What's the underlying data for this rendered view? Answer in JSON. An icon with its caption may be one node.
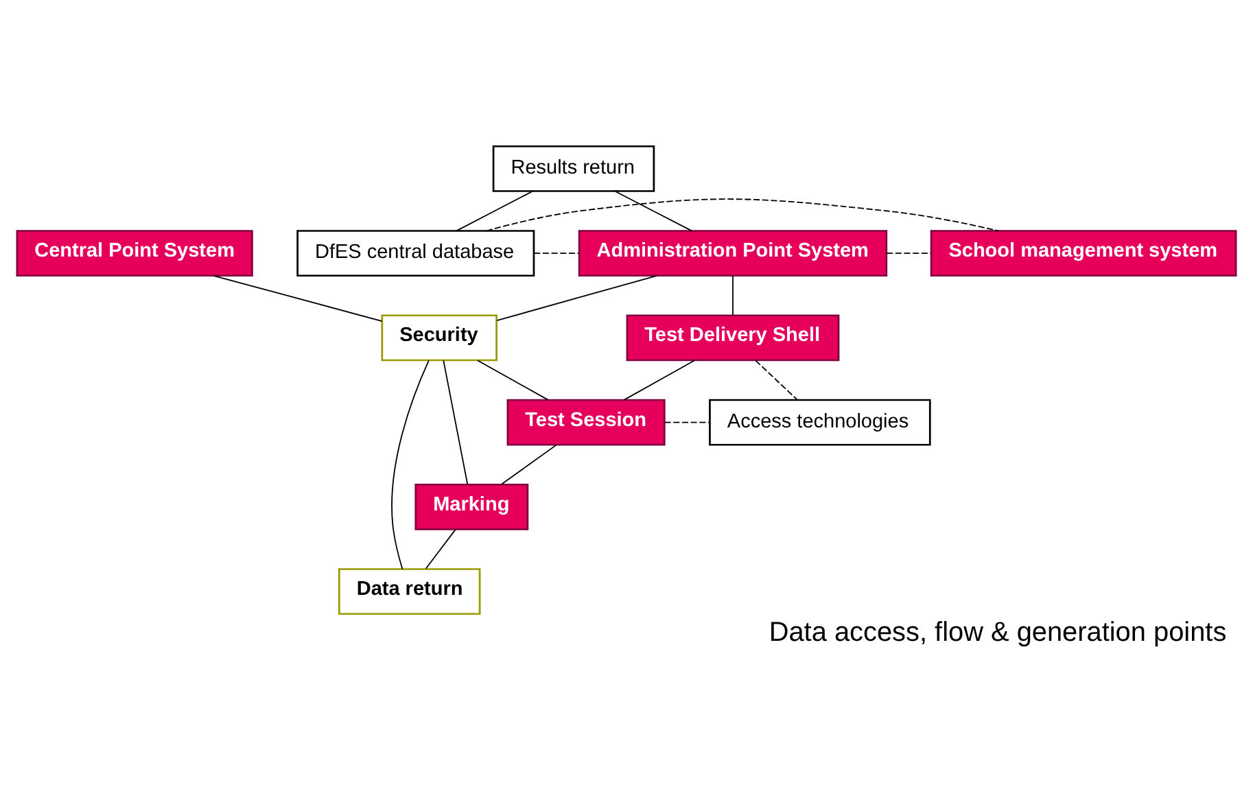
{
  "diagram": {
    "caption": "Data access, flow & generation points",
    "nodes": [
      {
        "text": [
          "Results return"
        ]
      },
      {
        "text": [
          "Administration Point System"
        ]
      },
      {
        "text": [
          "DfES central database"
        ]
      },
      {
        "text": [
          "Central Point System"
        ]
      },
      {
        "text": [
          "School management system"
        ]
      },
      {
        "text": [
          "Security"
        ]
      },
      {
        "text": [
          "Test Delivery Shell"
        ]
      },
      {
        "text": [
          "Access technologies"
        ]
      },
      {
        "text": [
          "Test Session"
        ]
      },
      {
        "text": [
          "Marking"
        ]
      },
      {
        "text": [
          "Data return"
        ]
      }
    ],
    "edges": [
      {
        "from": 2,
        "to": 0,
        "arrow": "none"
      },
      {
        "from": 0,
        "to": 1,
        "arrow": "none"
      },
      {
        "from": 2,
        "to": 1,
        "arrow": "none",
        "style": "dashed"
      },
      {
        "from": 1,
        "to": 4,
        "arrow": "none",
        "style": "dashed"
      },
      {
        "from": 2,
        "to": 4,
        "arrow": "none",
        "style": "dashed"
      },
      {
        "from": 1,
        "to": 5,
        "arrow": "none"
      },
      {
        "from": 1,
        "to": 6,
        "arrow": "none"
      },
      {
        "from": 3,
        "to": 5,
        "arrow": "none"
      },
      {
        "from": 5,
        "to": 8,
        "arrow": "none"
      },
      {
        "from": 6,
        "to": 8,
        "arrow": "none"
      },
      {
        "from": 6,
        "to": 7,
        "arrow": "none",
        "style": "dashed"
      },
      {
        "from": 8,
        "to": 7,
        "arrow": "none",
        "style": "dashed"
      },
      {
        "from": 8,
        "to": 9,
        "arrow": "none"
      },
      {
        "from": 5,
        "to": 9,
        "arrow": "none"
      },
      {
        "from": 9,
        "to": 10,
        "arrow": "none"
      },
      {
        "from": 5,
        "to": 10,
        "arrow": "none"
      }
    ]
  }
}
